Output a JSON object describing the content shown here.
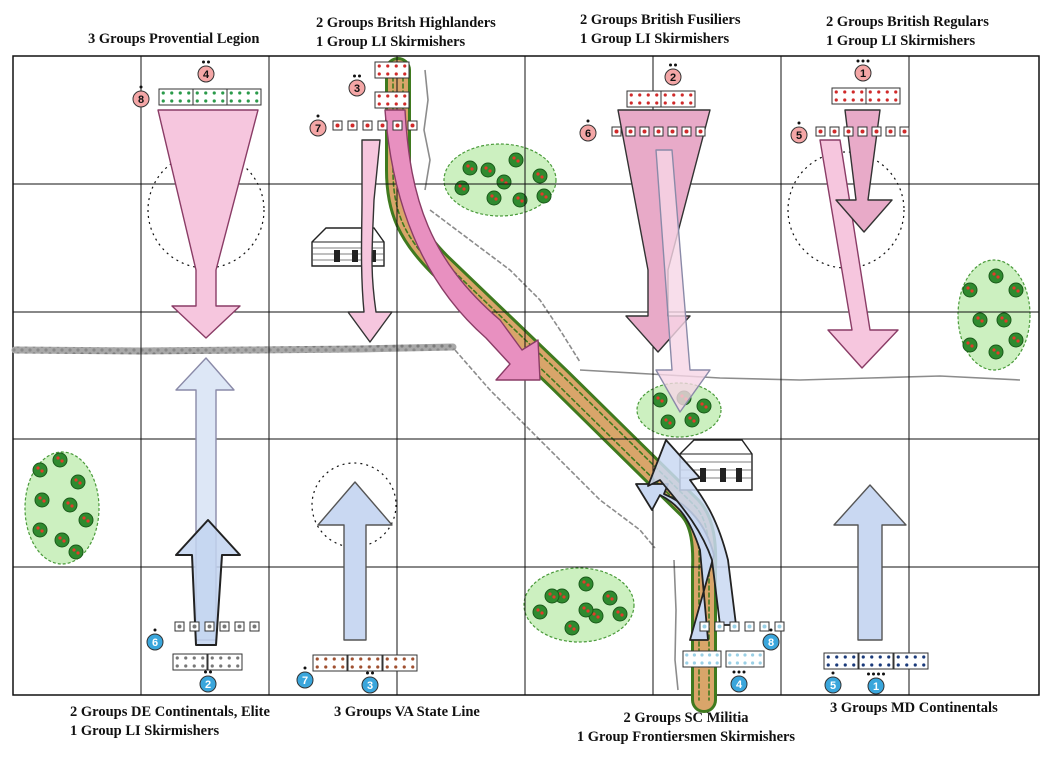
{
  "labels": {
    "top": [
      {
        "lines": [
          "3 Groups Provential Legion"
        ]
      },
      {
        "lines": [
          "2 Groups Britsh Highlanders",
          "1 Group LI Skirmishers"
        ]
      },
      {
        "lines": [
          "2 Groups British Fusiliers",
          "1 Group LI Skirmishers"
        ]
      },
      {
        "lines": [
          "2 Groups British Regulars",
          "1 Group LI Skirmishers"
        ]
      }
    ],
    "bottom": [
      {
        "lines": [
          "2 Groups DE Continentals, Elite",
          "1 Group LI Skirmishers"
        ]
      },
      {
        "lines": [
          "3 Groups VA State Line"
        ]
      },
      {
        "lines": [
          "2 Groups SC Militia",
          "1 Group Frontiersmen Skirmishers"
        ]
      },
      {
        "lines": [
          "3 Groups MD Continentals"
        ]
      }
    ]
  },
  "british_markers": [
    "4",
    "8",
    "3",
    "7",
    "2",
    "6",
    "1",
    "5"
  ],
  "american_markers": [
    "6",
    "2",
    "7",
    "3",
    "8",
    "4",
    "5",
    "1"
  ],
  "colors": {
    "british_arrow": "#f6c6de",
    "american_arrow": "#c9d8f2",
    "british_marker": "#f4a6a6",
    "american_marker": "#3aa6dc",
    "road_fill": "#d9a56a",
    "road_edge": "#3f7a1f",
    "woods_fill": "#ccf0c0",
    "stone_wall": "#9a9a9a",
    "grid": "#111111"
  }
}
